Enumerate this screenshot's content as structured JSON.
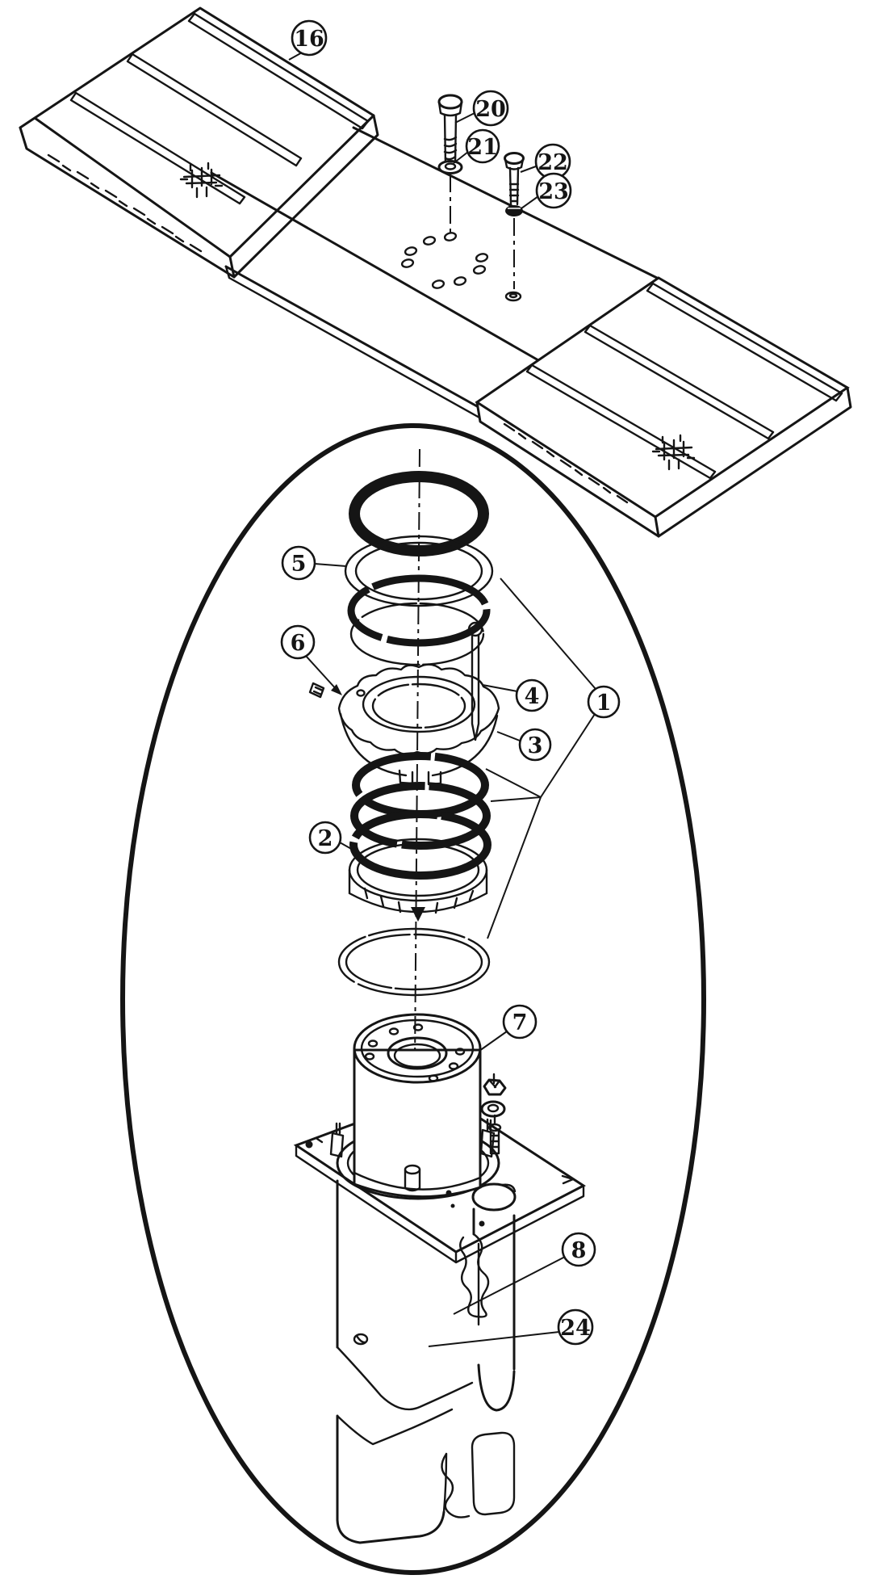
{
  "diagram": {
    "background_color": "#ffffff",
    "ink_color": "#151515",
    "kind": "exploded-parts-diagram",
    "callouts": [
      {
        "label": "16"
      },
      {
        "label": "20"
      },
      {
        "label": "21"
      },
      {
        "label": "22"
      },
      {
        "label": "23"
      },
      {
        "label": "5"
      },
      {
        "label": "6"
      },
      {
        "label": "4"
      },
      {
        "label": "3"
      },
      {
        "label": "1"
      },
      {
        "label": "2"
      },
      {
        "label": "7"
      },
      {
        "label": "8"
      },
      {
        "label": "24"
      }
    ]
  }
}
